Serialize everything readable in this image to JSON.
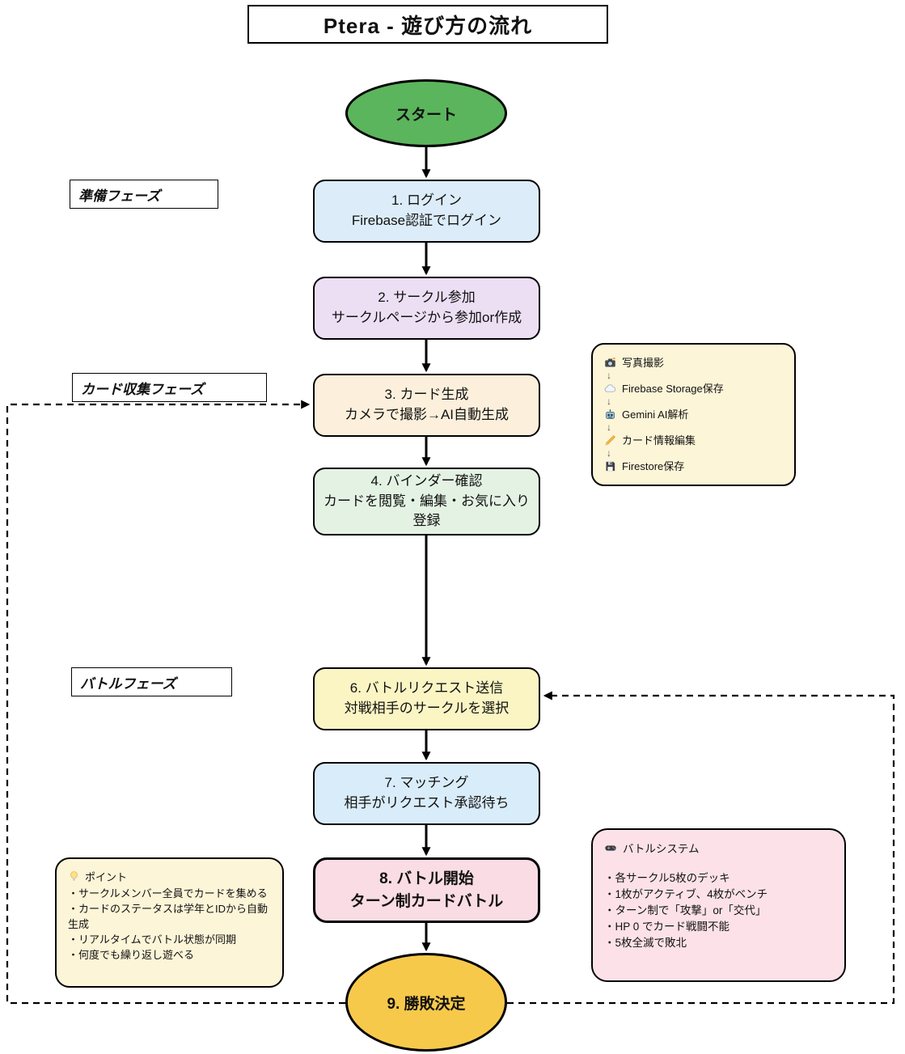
{
  "title": "Ptera - 遊び方の流れ",
  "phases": {
    "prep": "準備フェーズ",
    "card": "カード収集フェーズ",
    "battle": "バトルフェーズ"
  },
  "flow": {
    "start": "スタート",
    "steps": [
      {
        "title": "1. ログイン",
        "subtitle": "Firebase認証でログイン",
        "color": "#DCEDF9"
      },
      {
        "title": "2. サークル参加",
        "subtitle": "サークルページから参加or作成",
        "color": "#ECDFF4"
      },
      {
        "title": "3. カード生成",
        "subtitle": "カメラで撮影→AI自動生成",
        "color": "#FCF0DC"
      },
      {
        "title": "4. バインダー確認",
        "subtitle": "カードを閲覧・編集・お気に入り登録",
        "color": "#E4F2E4"
      },
      {
        "title": "6. バトルリクエスト送信",
        "subtitle": "対戦相手のサークルを選択",
        "color": "#FBF5C4"
      },
      {
        "title": "7. マッチング",
        "subtitle": "相手がリクエスト承認待ち",
        "color": "#D9ECF9"
      },
      {
        "title": "8. バトル開始",
        "subtitle": "ターン制カードバトル",
        "color": "#FADCE4"
      }
    ],
    "end": "9. 勝敗決定"
  },
  "notes": {
    "card_workflow": {
      "arrow": "↓",
      "items": [
        {
          "icon": "camera-icon",
          "text": "写真撮影"
        },
        {
          "icon": "cloud-icon",
          "text": "Firebase Storage保存"
        },
        {
          "icon": "robot-icon",
          "text": "Gemini AI解析"
        },
        {
          "icon": "pencil-icon",
          "text": "カード情報編集"
        },
        {
          "icon": "floppy-disk-icon",
          "text": "Firestore保存"
        }
      ]
    },
    "points": {
      "title": "ポイント",
      "items": [
        "・サークルメンバー全員でカードを集める",
        "・カードのステータスは学年とIDから自動生成",
        "・リアルタイムでバトル状態が同期",
        "・何度でも繰り返し遊べる"
      ]
    },
    "battle_system": {
      "title": "バトルシステム",
      "items": [
        "・各サークル5枚のデッキ",
        "・1枚がアクティブ、4枚がベンチ",
        "・ターン制で「攻撃」or「交代」",
        "・HP 0 でカード戦闘不能",
        "・5枚全滅で敗北"
      ]
    }
  },
  "colors": {
    "start_fill": "#5BB55C",
    "end_fill": "#F7C94B",
    "note_cream": "#FDF5D8",
    "note_pink": "#FCE2E8",
    "line": "#000000"
  }
}
